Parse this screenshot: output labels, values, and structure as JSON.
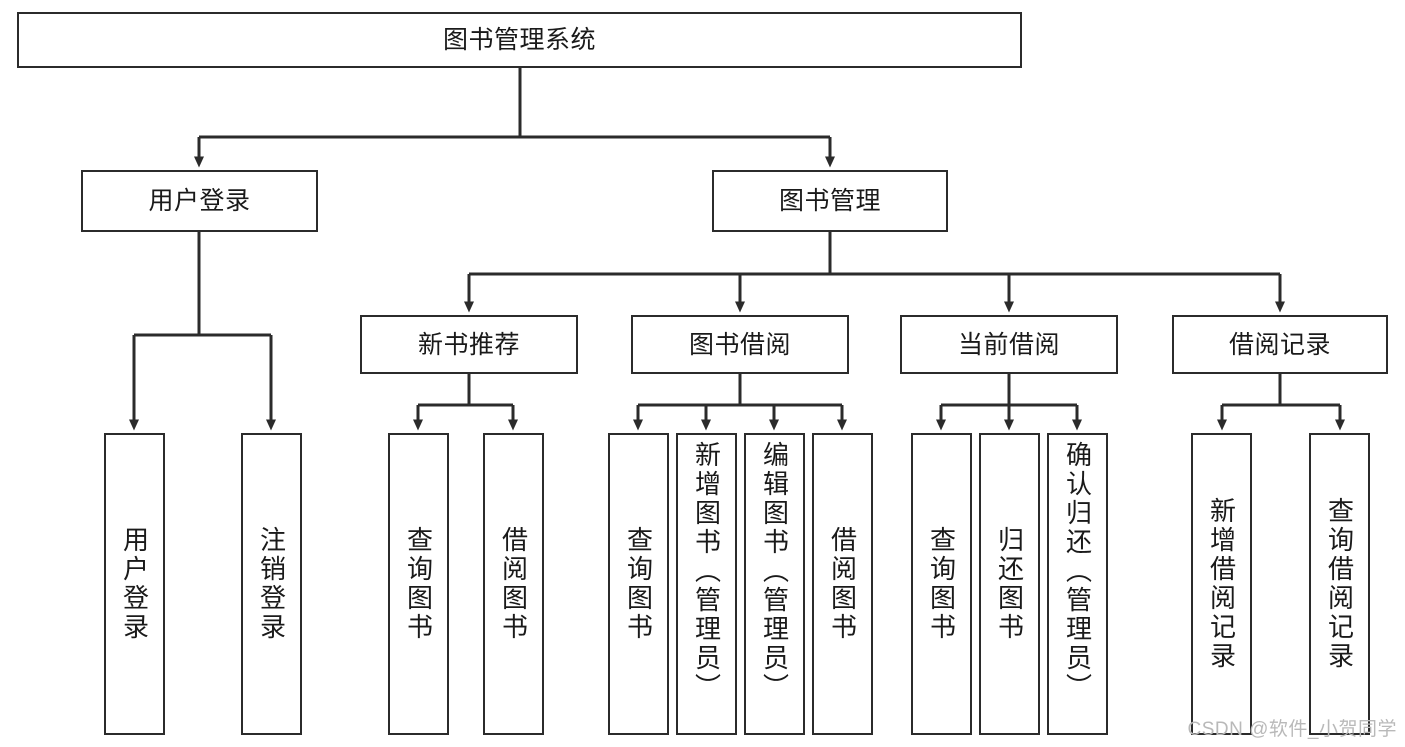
{
  "diagram": {
    "type": "tree-hierarchy",
    "title": "图书管理系统",
    "watermark": "CSDN @软件_小贺同学",
    "colors": {
      "border": "#2b2b2b",
      "background": "#ffffff",
      "text": "#1a1a1a",
      "watermark": "#b9b9b9"
    }
  },
  "nodes": {
    "root": {
      "label": "图书管理系统",
      "level": 1
    },
    "user_login": {
      "label": "用户登录",
      "level": 2
    },
    "book_manage": {
      "label": "图书管理",
      "level": 2
    },
    "new_book_rec": {
      "label": "新书推荐",
      "level": 3
    },
    "book_borrow": {
      "label": "图书借阅",
      "level": 3
    },
    "current_borrow": {
      "label": "当前借阅",
      "level": 3
    },
    "borrow_record": {
      "label": "借阅记录",
      "level": 3
    },
    "leaf_user_login": {
      "label": "用户登录",
      "level": 3
    },
    "leaf_logout_login": {
      "label": "注销登录",
      "level": 3
    },
    "leaf_query_book_1": {
      "label": "查询图书",
      "level": 4
    },
    "leaf_borrow_book_1": {
      "label": "借阅图书",
      "level": 4
    },
    "leaf_query_book_2": {
      "label": "查询图书",
      "level": 4
    },
    "leaf_add_book": {
      "label": "新增图书（管理员）",
      "level": 4
    },
    "leaf_edit_book": {
      "label": "编辑图书（管理员）",
      "level": 4
    },
    "leaf_borrow_book_2": {
      "label": "借阅图书",
      "level": 4
    },
    "leaf_query_book_3": {
      "label": "查询图书",
      "level": 4
    },
    "leaf_return_book": {
      "label": "归还图书",
      "level": 4
    },
    "leaf_confirm_return": {
      "label": "确认归还（管理员）",
      "level": 4
    },
    "leaf_add_record": {
      "label": "新增借阅记录",
      "level": 4
    },
    "leaf_query_record": {
      "label": "查询借阅记录",
      "level": 4
    }
  },
  "edges": [
    {
      "from": "root",
      "to": "user_login"
    },
    {
      "from": "root",
      "to": "book_manage"
    },
    {
      "from": "user_login",
      "to": "leaf_user_login"
    },
    {
      "from": "user_login",
      "to": "leaf_logout_login"
    },
    {
      "from": "book_manage",
      "to": "new_book_rec"
    },
    {
      "from": "book_manage",
      "to": "book_borrow"
    },
    {
      "from": "book_manage",
      "to": "current_borrow"
    },
    {
      "from": "book_manage",
      "to": "borrow_record"
    },
    {
      "from": "new_book_rec",
      "to": "leaf_query_book_1"
    },
    {
      "from": "new_book_rec",
      "to": "leaf_borrow_book_1"
    },
    {
      "from": "book_borrow",
      "to": "leaf_query_book_2"
    },
    {
      "from": "book_borrow",
      "to": "leaf_add_book"
    },
    {
      "from": "book_borrow",
      "to": "leaf_edit_book"
    },
    {
      "from": "book_borrow",
      "to": "leaf_borrow_book_2"
    },
    {
      "from": "current_borrow",
      "to": "leaf_query_book_3"
    },
    {
      "from": "current_borrow",
      "to": "leaf_return_book"
    },
    {
      "from": "current_borrow",
      "to": "leaf_confirm_return"
    },
    {
      "from": "borrow_record",
      "to": "leaf_add_record"
    },
    {
      "from": "borrow_record",
      "to": "leaf_query_record"
    }
  ]
}
